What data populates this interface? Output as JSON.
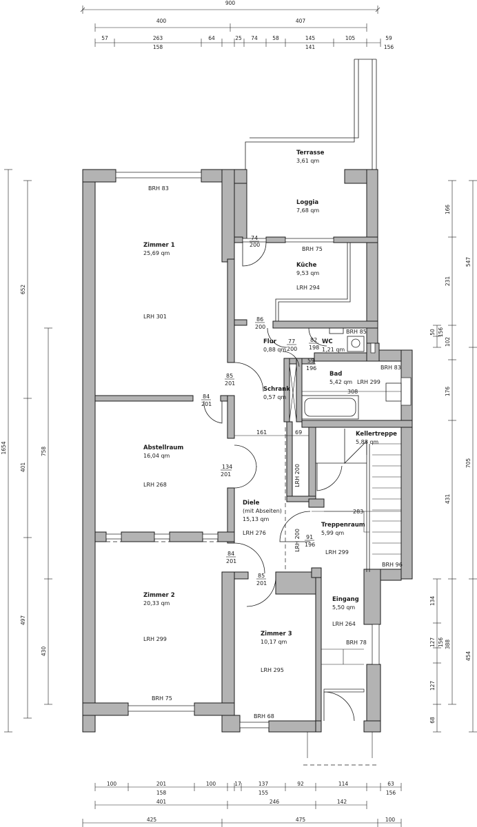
{
  "rooms": {
    "terrasse": {
      "name": "Terrasse",
      "area": "3,61 qm"
    },
    "loggia": {
      "name": "Loggia",
      "area": "7,68 qm"
    },
    "zimmer1": {
      "name": "Zimmer 1",
      "area": "25,69 qm",
      "lrh": "LRH 301"
    },
    "kueche": {
      "name": "Küche",
      "area": "9,53 qm",
      "lrh": "LRH 294"
    },
    "flur": {
      "name": "Flur",
      "area": "0,88 qm"
    },
    "wc": {
      "name": "WC",
      "area": "1,21 qm"
    },
    "bad": {
      "name": "Bad",
      "area": "5,42 qm",
      "lrh": "LRH 299"
    },
    "schrank": {
      "name": "Schrank",
      "area": "0,57 qm"
    },
    "kellertreppe": {
      "name": "Kellertreppe",
      "area": "5,88 qm"
    },
    "abstellraum": {
      "name": "Abstellraum",
      "area": "16,04 qm",
      "lrh": "LRH 268"
    },
    "diele": {
      "name": "Diele",
      "sub": "(mit Abseiten)",
      "area": "15,13 qm",
      "lrh": "LRH 276"
    },
    "treppenraum": {
      "name": "Treppenraum",
      "area": "5,99 qm",
      "lrh": "LRH 299"
    },
    "zimmer2": {
      "name": "Zimmer 2",
      "area": "20,33 qm",
      "lrh": "LRH 299"
    },
    "zimmer3": {
      "name": "Zimmer 3",
      "area": "10,17 qm",
      "lrh": "LRH 295"
    },
    "eingang": {
      "name": "Eingang",
      "area": "5,50 qm",
      "lrh": "LRH 264"
    }
  },
  "window_labels": {
    "z1_top": "BRH 83",
    "kueche": "BRH 75",
    "wc": "BRH 85",
    "bad": "BRH 83",
    "treppe": "BRH 96",
    "eingang": "BRH 78",
    "z2_bottom": "BRH 75",
    "z3_bottom": "BRH 68"
  },
  "misc_labels": {
    "lrh200_a": "LRH 200",
    "lrh200_b": "LRH 200",
    "bad_width": "308",
    "diele_161": "161",
    "diele_69": "69",
    "treppe_283": "283"
  },
  "doors": [
    {
      "id": "loggia",
      "top": "74",
      "bottom": "200"
    },
    {
      "id": "kueche",
      "top": "86",
      "bottom": "200"
    },
    {
      "id": "flur",
      "top": "77",
      "bottom": "200"
    },
    {
      "id": "wc",
      "top": "82",
      "bottom": "198"
    },
    {
      "id": "bad",
      "top": "59",
      "bottom": "196"
    },
    {
      "id": "zimmer1",
      "top": "85",
      "bottom": "201"
    },
    {
      "id": "abstell",
      "top": "84",
      "bottom": "201"
    },
    {
      "id": "abstell2",
      "top": "134",
      "bottom": "201"
    },
    {
      "id": "treppen",
      "top": "91",
      "bottom": "196"
    },
    {
      "id": "zimmer2",
      "top": "84",
      "bottom": "201"
    },
    {
      "id": "zimmer3",
      "top": "85",
      "bottom": "201"
    }
  ],
  "dims": {
    "top_total": "900",
    "top_row1": [
      "400",
      "407"
    ],
    "top_row2": [
      "57",
      "263",
      "64",
      "25",
      "74",
      "58",
      "145",
      "105",
      "59"
    ],
    "top_row3": [
      "158",
      "141",
      "156"
    ],
    "bottom_row1": [
      "100",
      "201",
      "100",
      "17",
      "137",
      "92",
      "114",
      "63"
    ],
    "bottom_row2": [
      "158",
      "155",
      "156"
    ],
    "bottom_row3": [
      "401",
      "246",
      "142"
    ],
    "bottom_total": [
      "425",
      "475",
      "100"
    ],
    "left_outer": "1654",
    "left_mid": [
      "652",
      "401",
      "497"
    ],
    "left_inner": [
      "758",
      "430"
    ],
    "right_outer": [
      "547",
      "705",
      "454"
    ],
    "right_mid": [
      "166",
      "231",
      "176",
      "431",
      "388"
    ],
    "right_inner": [
      "50",
      "156",
      "102",
      "134",
      "127",
      "156",
      "127",
      "68"
    ]
  }
}
